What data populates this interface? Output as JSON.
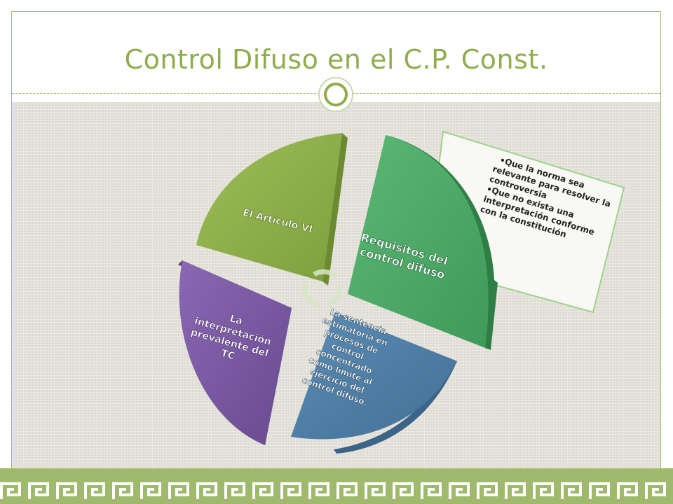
{
  "slide": {
    "title": "Control Difuso en el C.P. Const."
  },
  "diagram": {
    "segments": [
      {
        "id": "green-light",
        "lines": [
          "El Artículo VI"
        ],
        "color": "#8aab48"
      },
      {
        "id": "green-dark",
        "lines": [
          "Requisitos del",
          "control difuso"
        ],
        "color": "#4ea767"
      },
      {
        "id": "blue",
        "lines": [
          "La sentencia",
          "estimatoria en",
          "procesos de",
          "control",
          "concentrado",
          "como límite al",
          "ejercicio del",
          "control difuso."
        ],
        "color": "#4f7fa6"
      },
      {
        "id": "purple",
        "lines": [
          "La",
          "interpretación",
          "prevalente del",
          "TC"
        ],
        "color": "#7a5aa2"
      }
    ],
    "callout": {
      "lines": [
        "•Que la norma sea",
        "relevante para resolver la",
        "controversia",
        "•Que no exista una",
        "interpretación conforme",
        "con la constitución"
      ]
    }
  },
  "colors": {
    "accent": "#8fad4c",
    "frame": "#9fba6c",
    "background": "#dedcd3"
  }
}
